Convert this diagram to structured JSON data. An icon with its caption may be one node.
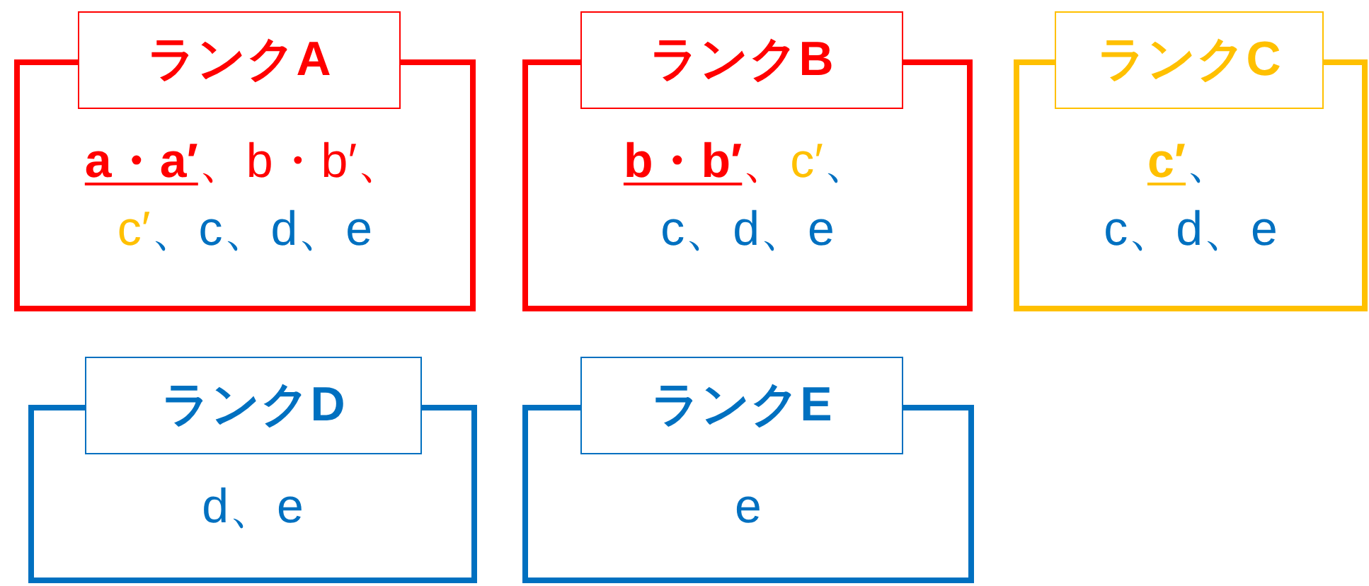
{
  "diagram": {
    "nodes": [
      {
        "text": [
          "ランクA",
          "a・a′",
          "、b・b′、",
          "c′",
          "、c、d、e"
        ]
      },
      {
        "text": [
          "ランクB",
          "b・b′",
          "、",
          "c′",
          "、",
          "c、d、e"
        ]
      },
      {
        "text": [
          "ランクC",
          "c′",
          "、",
          "c、d、e"
        ]
      },
      {
        "text": [
          "ランクD",
          "d、e"
        ]
      },
      {
        "text": [
          "ランクE",
          "e"
        ]
      }
    ]
  }
}
